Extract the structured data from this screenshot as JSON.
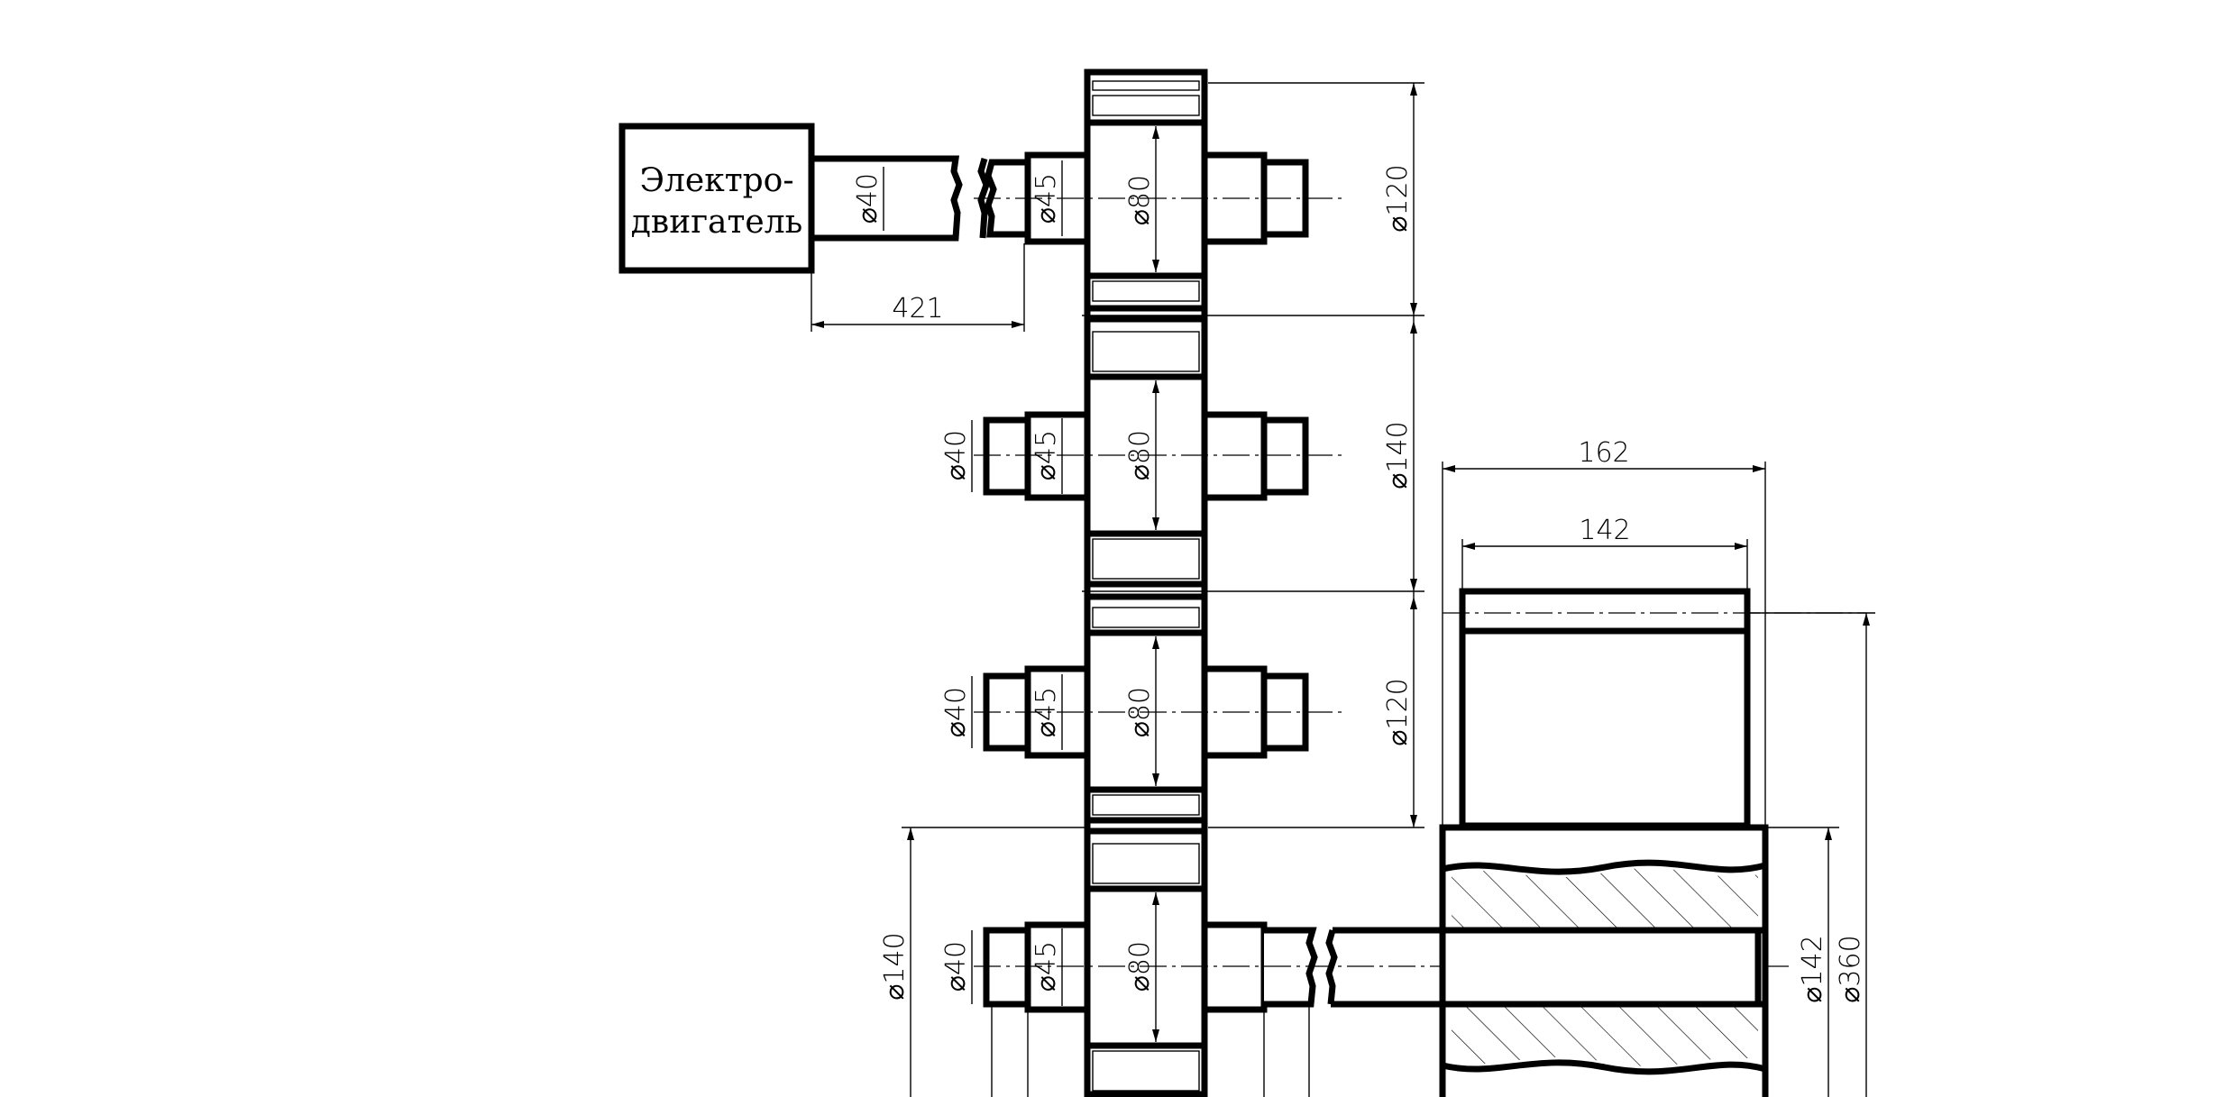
{
  "motor": {
    "label_line1": "Электро-",
    "label_line2": "двигатель"
  },
  "dimensions": {
    "motor_shaft_dia": "⌀40",
    "motor_offset": "421",
    "shaft1": {
      "journal": "⌀45",
      "core": "⌀80",
      "gear": "⌀120"
    },
    "shaft2": {
      "end": "⌀40",
      "journal": "⌀45",
      "core": "⌀80",
      "gear": "⌀140"
    },
    "shaft3": {
      "end": "⌀40",
      "journal": "⌀45",
      "core": "⌀80",
      "gear": "⌀120"
    },
    "shaft4": {
      "end": "⌀40",
      "journal": "⌀45",
      "core": "⌀80",
      "gear": "⌀140"
    },
    "drum": {
      "outer_length": "162",
      "inner_length": "142",
      "bore": "⌀142",
      "outer_dia": "⌀360"
    }
  }
}
